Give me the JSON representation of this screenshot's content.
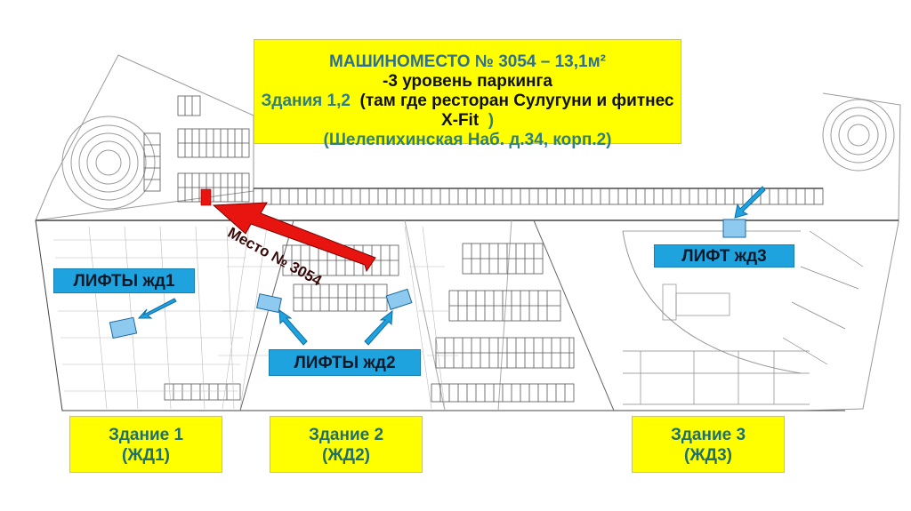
{
  "title_box": {
    "line1": "МАШИНОМЕСТО № 3054 – 13,1м²",
    "line2": "-3 уровень паркинга",
    "line3_prefix": "Здания 1,2",
    "line3_body": "(там где ресторан  Сулугуни и фитнес X-Fit",
    "line3_suffix": ")",
    "line4": "(Шелепихинская Наб. д.34, корп.2)"
  },
  "parking_spot": {
    "label": "Место № 3054",
    "number": "3054",
    "area": "13,1м²",
    "level": "-3",
    "highlight_color": "#e8140f"
  },
  "lifts": [
    {
      "label": "ЛИФТЫ жд1"
    },
    {
      "label": "ЛИФТЫ жд2"
    },
    {
      "label": "ЛИФТ жд3"
    }
  ],
  "buildings": [
    {
      "name": "Здание 1",
      "code": "(ЖД1)"
    },
    {
      "name": "Здание 2",
      "code": "(ЖД2)"
    },
    {
      "name": "Здание 3",
      "code": "(ЖД3)"
    }
  ],
  "colors": {
    "label_yellow": "#ffff00",
    "lift_blue": "#1ea3df",
    "lift_area": "#8ec9ef",
    "pointer_red": "#e8140f",
    "plan_lines": "#555555"
  }
}
